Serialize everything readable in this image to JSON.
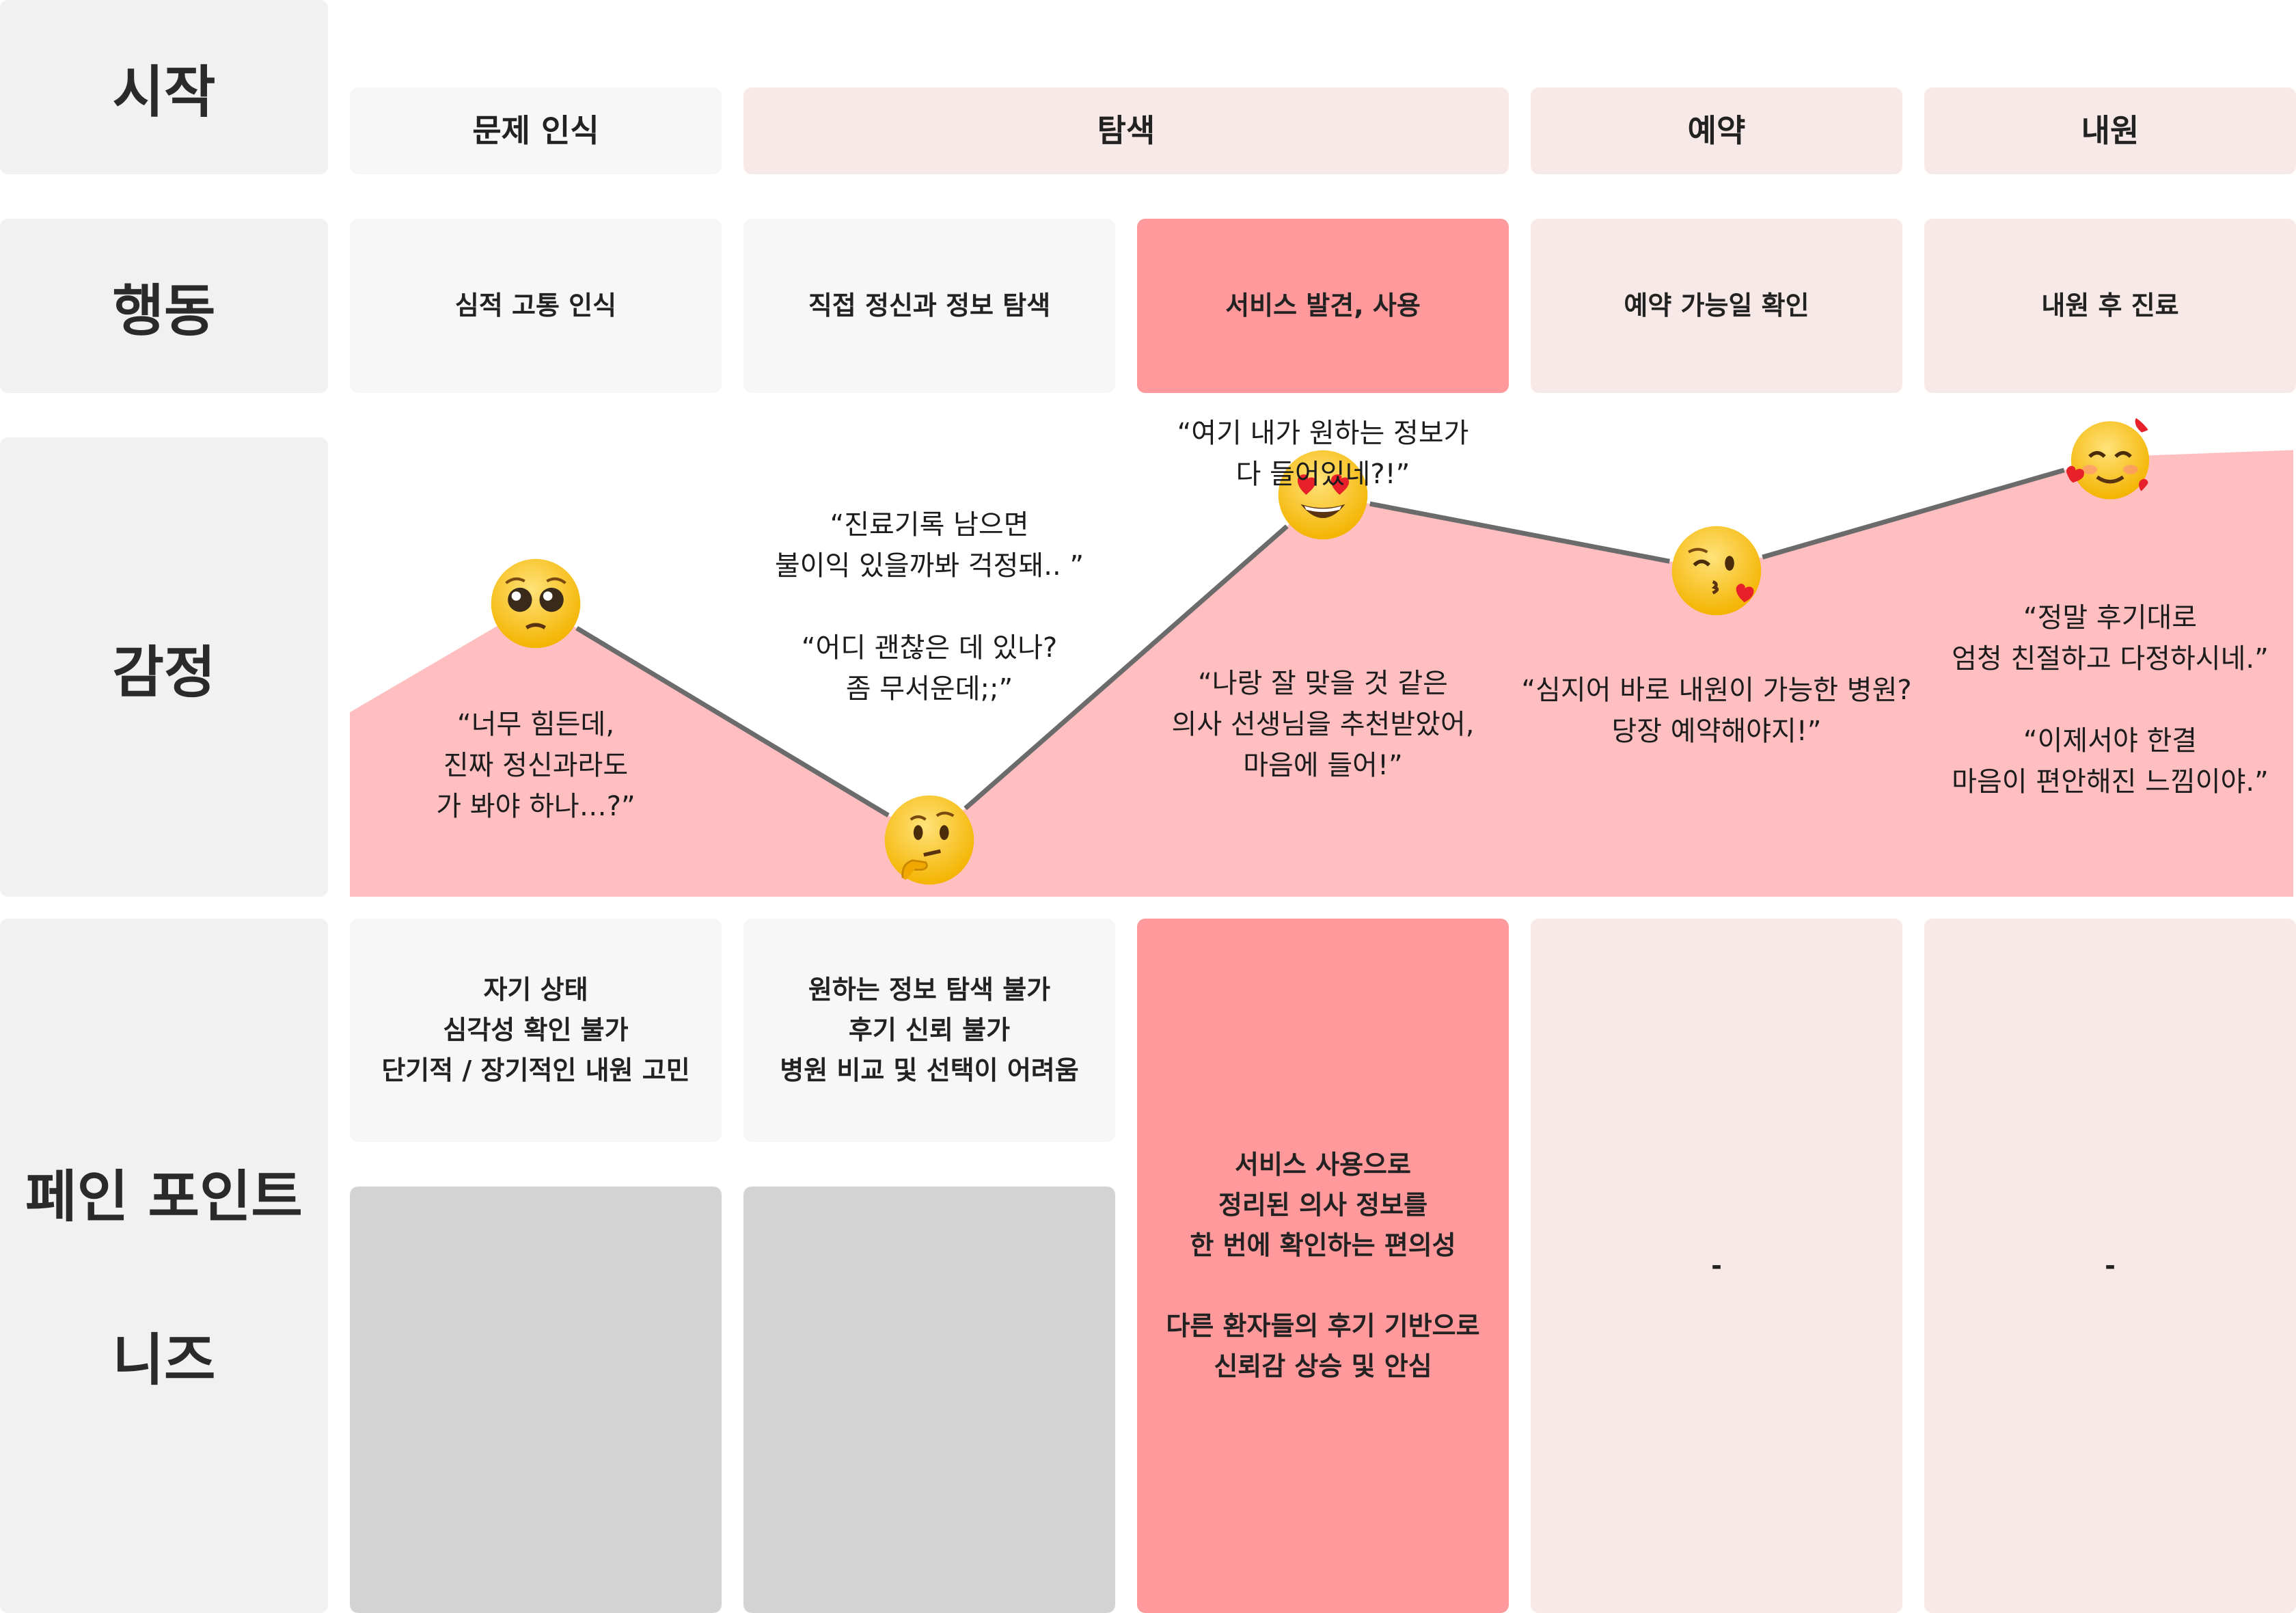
{
  "row_labels": {
    "start": "시작",
    "action": "행동",
    "emotion": "감정",
    "pain_point": "페인 포인트",
    "needs": "니즈"
  },
  "stages": [
    "문제 인식",
    "탐색",
    "예약",
    "내원"
  ],
  "actions": [
    "심적 고통 인식",
    "직접 정신과 정보 탐색",
    "서비스 발견, 사용",
    "예약 가능일 확인",
    "내원 후 진료"
  ],
  "emotion_quotes": [
    "“너무 힘든데,\n진짜 정신과라도\n가 봐야 하나…?”",
    "“진료기록 남으면\n불이익 있을까봐 걱정돼.. ”\n\n“어디 괜찮은 데 있나?\n좀 무서운데;;”",
    "“여기 내가 원하는 정보가\n다 들어있네?!”",
    "“나랑 잘 맞을 것 같은\n의사 선생님을 추천받았어,\n마음에 들어!”",
    "“심지어 바로 내원이 가능한 병원?\n당장 예약해야지!”",
    "“정말 후기대로\n엄청 친절하고 다정하시네.”\n\n“이제서야 한결\n마음이 편안해진 느낌이야.”"
  ],
  "emotion_icons": [
    "pleading-face-icon",
    "thinking-face-icon",
    "heart-eyes-face-icon",
    "kissing-face-icon",
    "smiling-face-with-hearts-icon"
  ],
  "emotion_levels": [
    0.62,
    0.12,
    0.85,
    0.69,
    0.93
  ],
  "pain_points": [
    "자기 상태\n심각성 확인 불가\n단기적 / 장기적인 내원 고민",
    "원하는 정보 탐색 불가\n후기 신뢰 불가\n병원 비교 및 선택이 어려움"
  ],
  "needs": [
    "서비스 사용으로\n정리된 의사 정보를\n한 번에 확인하는 편의성\n\n다른 환자들의 후기 기반으로\n신뢰감 상승 및 안심",
    "-",
    "-"
  ],
  "colors": {
    "label_bg": "#f1f1f1",
    "cell_grey": "#f7f7f7",
    "cell_pink": "#f8e9e9",
    "cell_highlight": "#ff999b",
    "cell_disabled": "#d4d4d4",
    "emotion_area": "#ffbfc0",
    "emotion_line": "#6b6b6b"
  }
}
